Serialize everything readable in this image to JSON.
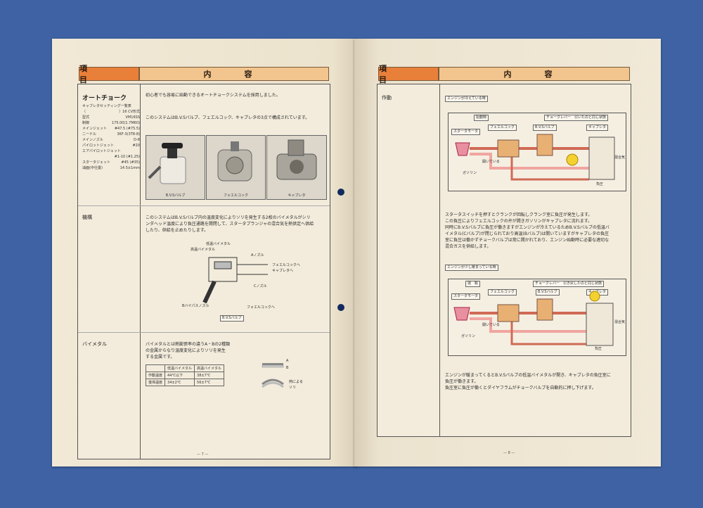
{
  "left_page": {
    "header_item": "項　目",
    "header_content": "内　容",
    "section_auto_choke": {
      "title": "オートチョーク",
      "intro": "初心者でも容易に始動できるオートチョークシステムを採用しました。",
      "system_text": "このシステムはB.V.Sバルブ、フェエルコック、キャブレタの3点で構成されています。",
      "specs": [
        {
          "label": "キャブレタセッティング一覧表",
          "value": ""
        },
        {
          "label": "（",
          "value": "）16 CV形式"
        },
        {
          "label": "型式",
          "value": "VM16SS"
        },
        {
          "label": "制御",
          "value": "175.00(1.7M60)"
        },
        {
          "label": "メインジェット",
          "value": "#47.5 (#75.5)"
        },
        {
          "label": "ニードル",
          "value": "3KF-3(3T8-8)"
        },
        {
          "label": "メインノズル",
          "value": "D-8"
        },
        {
          "label": "パイロットジェット",
          "value": "#20"
        },
        {
          "label": "エアパイロットジェット",
          "value": ""
        },
        {
          "label": "",
          "value": "#1-10 (#1.25)"
        },
        {
          "label": "スタータジェット",
          "value": "#45 (#35)"
        },
        {
          "label": "油面(中仕置)",
          "value": "14.5±1mm"
        }
      ],
      "photo_captions": [
        "B.V.Sバルブ",
        "フェエルコック",
        "キャブレタ"
      ]
    },
    "section_mechanism": {
      "title": "機構",
      "text_line1": "このシステムはB.V.Sバルブ内の温度変化によりソリを発生する2枚のバイメタルがシリ",
      "text_line2": "ンダヘッド温度により負圧通路を開閉して、スタータプランジャの混合気を熱供定へ供給",
      "text_line3": "したり、供給を止めたりします。",
      "labels": {
        "low_temp_bimetal": "低温バイメタル",
        "high_temp_bimetal": "高温バイメタル",
        "a_nozzle": "Aノズル",
        "to_fuel_cock": "フェエルコックへ",
        "to_carburetor": "キャブレタへ",
        "c_nozzle": "Cノズル",
        "b_bypass_nozzle": "Bバイパスノズル",
        "to_fuel_cock2": "フェエルコックへ",
        "caption": "B.V.Sバルブ"
      }
    },
    "section_bimetal": {
      "title": "バイメタル",
      "text_line1": "バイメタルとは熱膨張率の違うA・Bの2種類",
      "text_line2": "の金属からなり温度変化によりソリを発生",
      "text_line3": "する金属です。",
      "table": {
        "headers": [
          "",
          "低温バイメタル",
          "高温バイメタル"
        ],
        "rows": [
          [
            "作動温度",
            "44℃以下",
            "38±7℃"
          ],
          [
            "復帰温度",
            "34±2℃",
            "56±7℃"
          ]
        ]
      },
      "legend_a": "A",
      "legend_b": "B",
      "legend_heat": "熱による",
      "legend_warp": "ソリ"
    },
    "page_number": "— 7 —"
  },
  "right_page": {
    "header_item": "項　目",
    "header_content": "内　容",
    "section_operation": {
      "title": "作動",
      "cold_label": "エンジンが冷えている時",
      "cold_diagram": {
        "start": "始動時",
        "choke_lever": "チョークレバー　引いたのと同じ状態",
        "starter_motor": "スタータモータ",
        "fuel_cock": "フェエルコック",
        "bvs_valve": "B.V.Sバルブ",
        "carburetor": "キャブレタ",
        "open": "開いている",
        "gasoline": "ガソリン",
        "negative_pressure": "負圧",
        "mixture": "混合気"
      },
      "cold_text_line1": "スタータスイッチを押すとクランクが回転しクランク室に負圧が発生します。",
      "cold_text_line2": "この負圧によりフェエルコックの弁が開きガソリンがキャブレタに流れます。",
      "cold_text_line3": "同時にB.V.Sバルブに負圧が働きますがエンジンが冷えているためB.V.Sバルブの低温バ",
      "cold_text_line4": "イメタル(Cバルブ)が閉じられており高温(Bバルブ)は開いていますがキャブレタの負圧",
      "cold_text_line5": "室に負圧は働かずチョークバルブは常に開かれており、エンジン始動時に必要な適切な",
      "cold_text_line6": "混合ガスを供給します。",
      "warm_label": "エンジンが少し暖まっている時",
      "warm_diagram": {
        "running": "運　転",
        "choke_lever": "チョークレバー　引き戻したのと同じ状態",
        "starter_motor": "スタータモータ",
        "fuel_cock": "フェエルコック",
        "bvs_valve": "B.V.Sバルブ",
        "carburetor": "キャブレタ",
        "open": "開いている",
        "gasoline": "ガソリン",
        "negative_pressure": "負圧",
        "mixture": "混合気"
      },
      "warm_text_line1": "エンジンが暖まってくるとB.V.Sバルブの低温バイメタルが開き、キャブレタの負圧室に",
      "warm_text_line2": "負圧が働きます。",
      "warm_text_line3": "負圧室に負圧が働くとダイヤフラムがチョークバルブを自動的に押し下げます。"
    },
    "page_number": "— 8 —"
  },
  "colors": {
    "background": "#3e62a3",
    "paper": "#efe6d2",
    "header_item": "#e9803a",
    "header_content": "#f1c58d",
    "flow_red": "#d06a55",
    "flow_pink": "#f0a5a0"
  }
}
